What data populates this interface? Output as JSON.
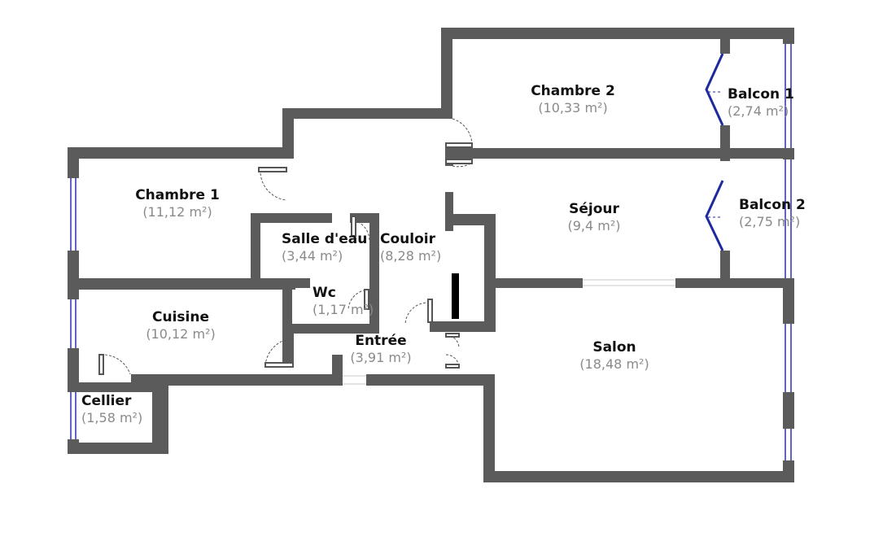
{
  "colors": {
    "wall": "#5b5b5b",
    "door_arc": "#555555",
    "window": "#2b2fb0",
    "balcony_line": "#1c2a9e",
    "text": "#111111",
    "area_text": "#8a8a8a"
  },
  "rooms": {
    "chambre1": {
      "name": "Chambre 1",
      "area": "(11,12 m²)"
    },
    "chambre2": {
      "name": "Chambre 2",
      "area": "(10,33 m²)"
    },
    "balcon1": {
      "name": "Balcon 1",
      "area": "(2,74 m²)"
    },
    "balcon2": {
      "name": "Balcon 2",
      "area": "(2,75 m²)"
    },
    "sejour": {
      "name": "Séjour",
      "area": "(9,4 m²)"
    },
    "salle_eau": {
      "name": "Salle d'eau",
      "area": "(3,44 m²)"
    },
    "couloir": {
      "name": "Couloir",
      "area": "(8,28 m²)"
    },
    "wc": {
      "name": "Wc",
      "area": "(1,17 m²)"
    },
    "cuisine": {
      "name": "Cuisine",
      "area": "(10,12 m²)"
    },
    "entree": {
      "name": "Entrée",
      "area": "(3,91 m²)"
    },
    "salon": {
      "name": "Salon",
      "area": "(18,48 m²)"
    },
    "cellier": {
      "name": "Cellier",
      "area": "(1,58 m²)"
    }
  }
}
